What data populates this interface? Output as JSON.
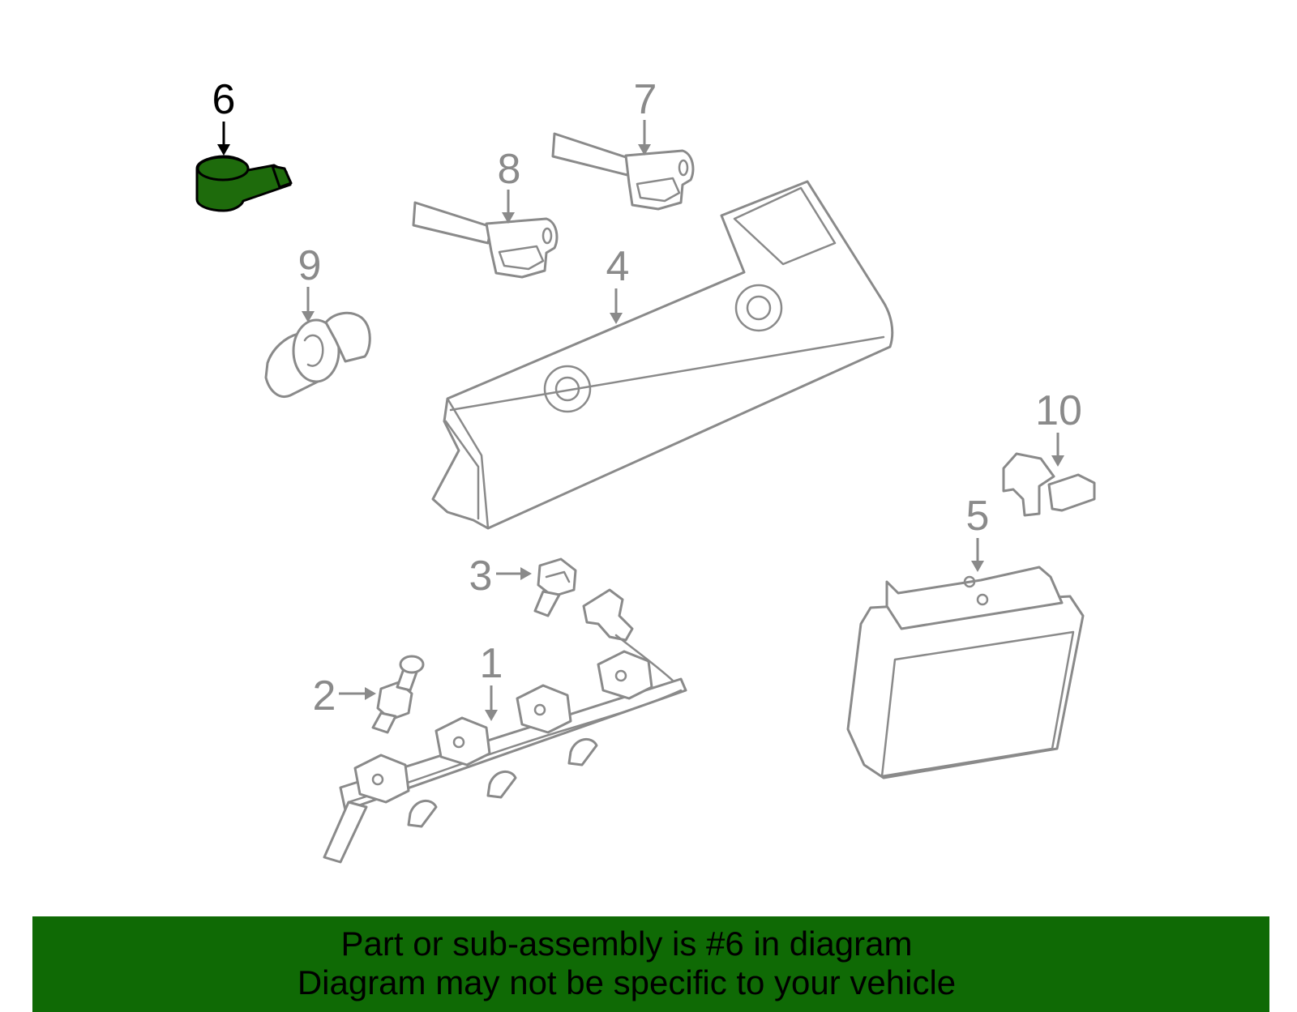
{
  "colors": {
    "highlight": "#1e6b0c",
    "banner": "#0f6a05",
    "part_stroke": "#8a8a8a",
    "callout_highlight": "#000000"
  },
  "diagram": {
    "highlighted_part": "6",
    "callouts": {
      "p1": "1",
      "p2": "2",
      "p3": "3",
      "p4": "4",
      "p5": "5",
      "p6": "6",
      "p7": "7",
      "p8": "8",
      "p9": "9",
      "p10": "10"
    }
  },
  "banner": {
    "line1": "Part or sub-assembly is #6 in diagram",
    "line2": "Diagram may not be specific to your vehicle"
  }
}
